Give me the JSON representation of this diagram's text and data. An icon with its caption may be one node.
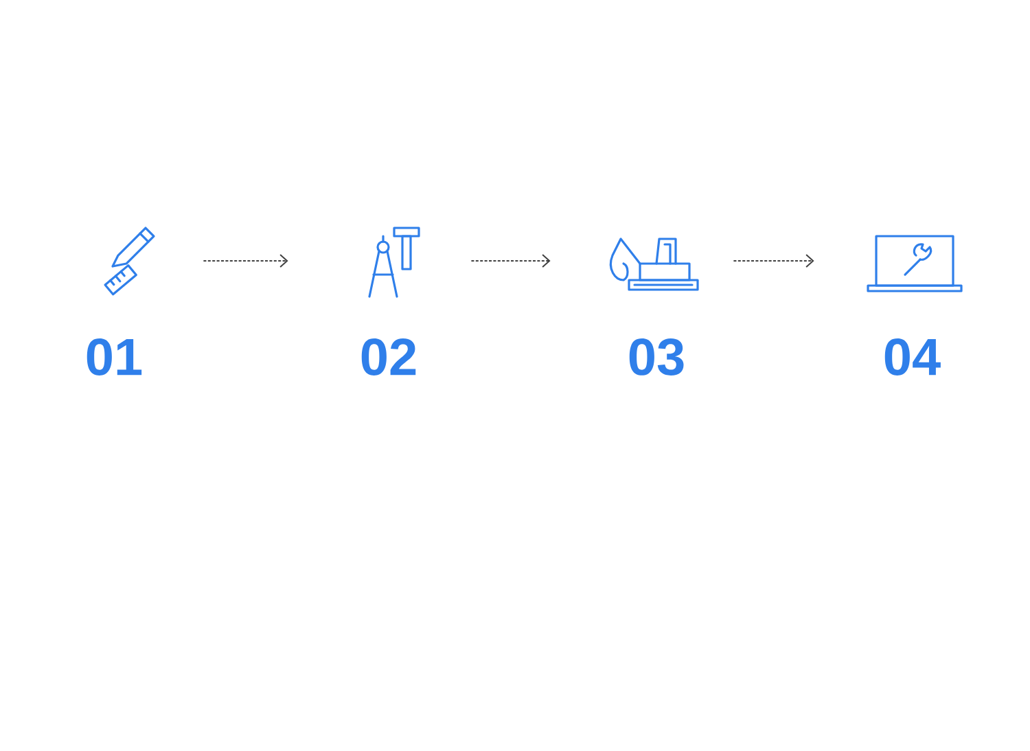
{
  "diagram": {
    "nodes": [
      {
        "text": [],
        "shape": "picture",
        "beside": [
          "01"
        ]
      },
      {
        "text": [],
        "shape": "picture",
        "beside": [
          "02"
        ]
      },
      {
        "text": [],
        "shape": "picture",
        "beside": [
          "03"
        ]
      },
      {
        "text": [],
        "shape": "picture",
        "beside": [
          "04"
        ]
      }
    ],
    "edges": [
      {
        "from": 0,
        "to": 1,
        "arrow": "to",
        "style": "dashed"
      },
      {
        "from": 1,
        "to": 2,
        "arrow": "to",
        "style": "dashed"
      },
      {
        "from": 2,
        "to": 3,
        "arrow": "to",
        "style": "dashed"
      }
    ]
  }
}
